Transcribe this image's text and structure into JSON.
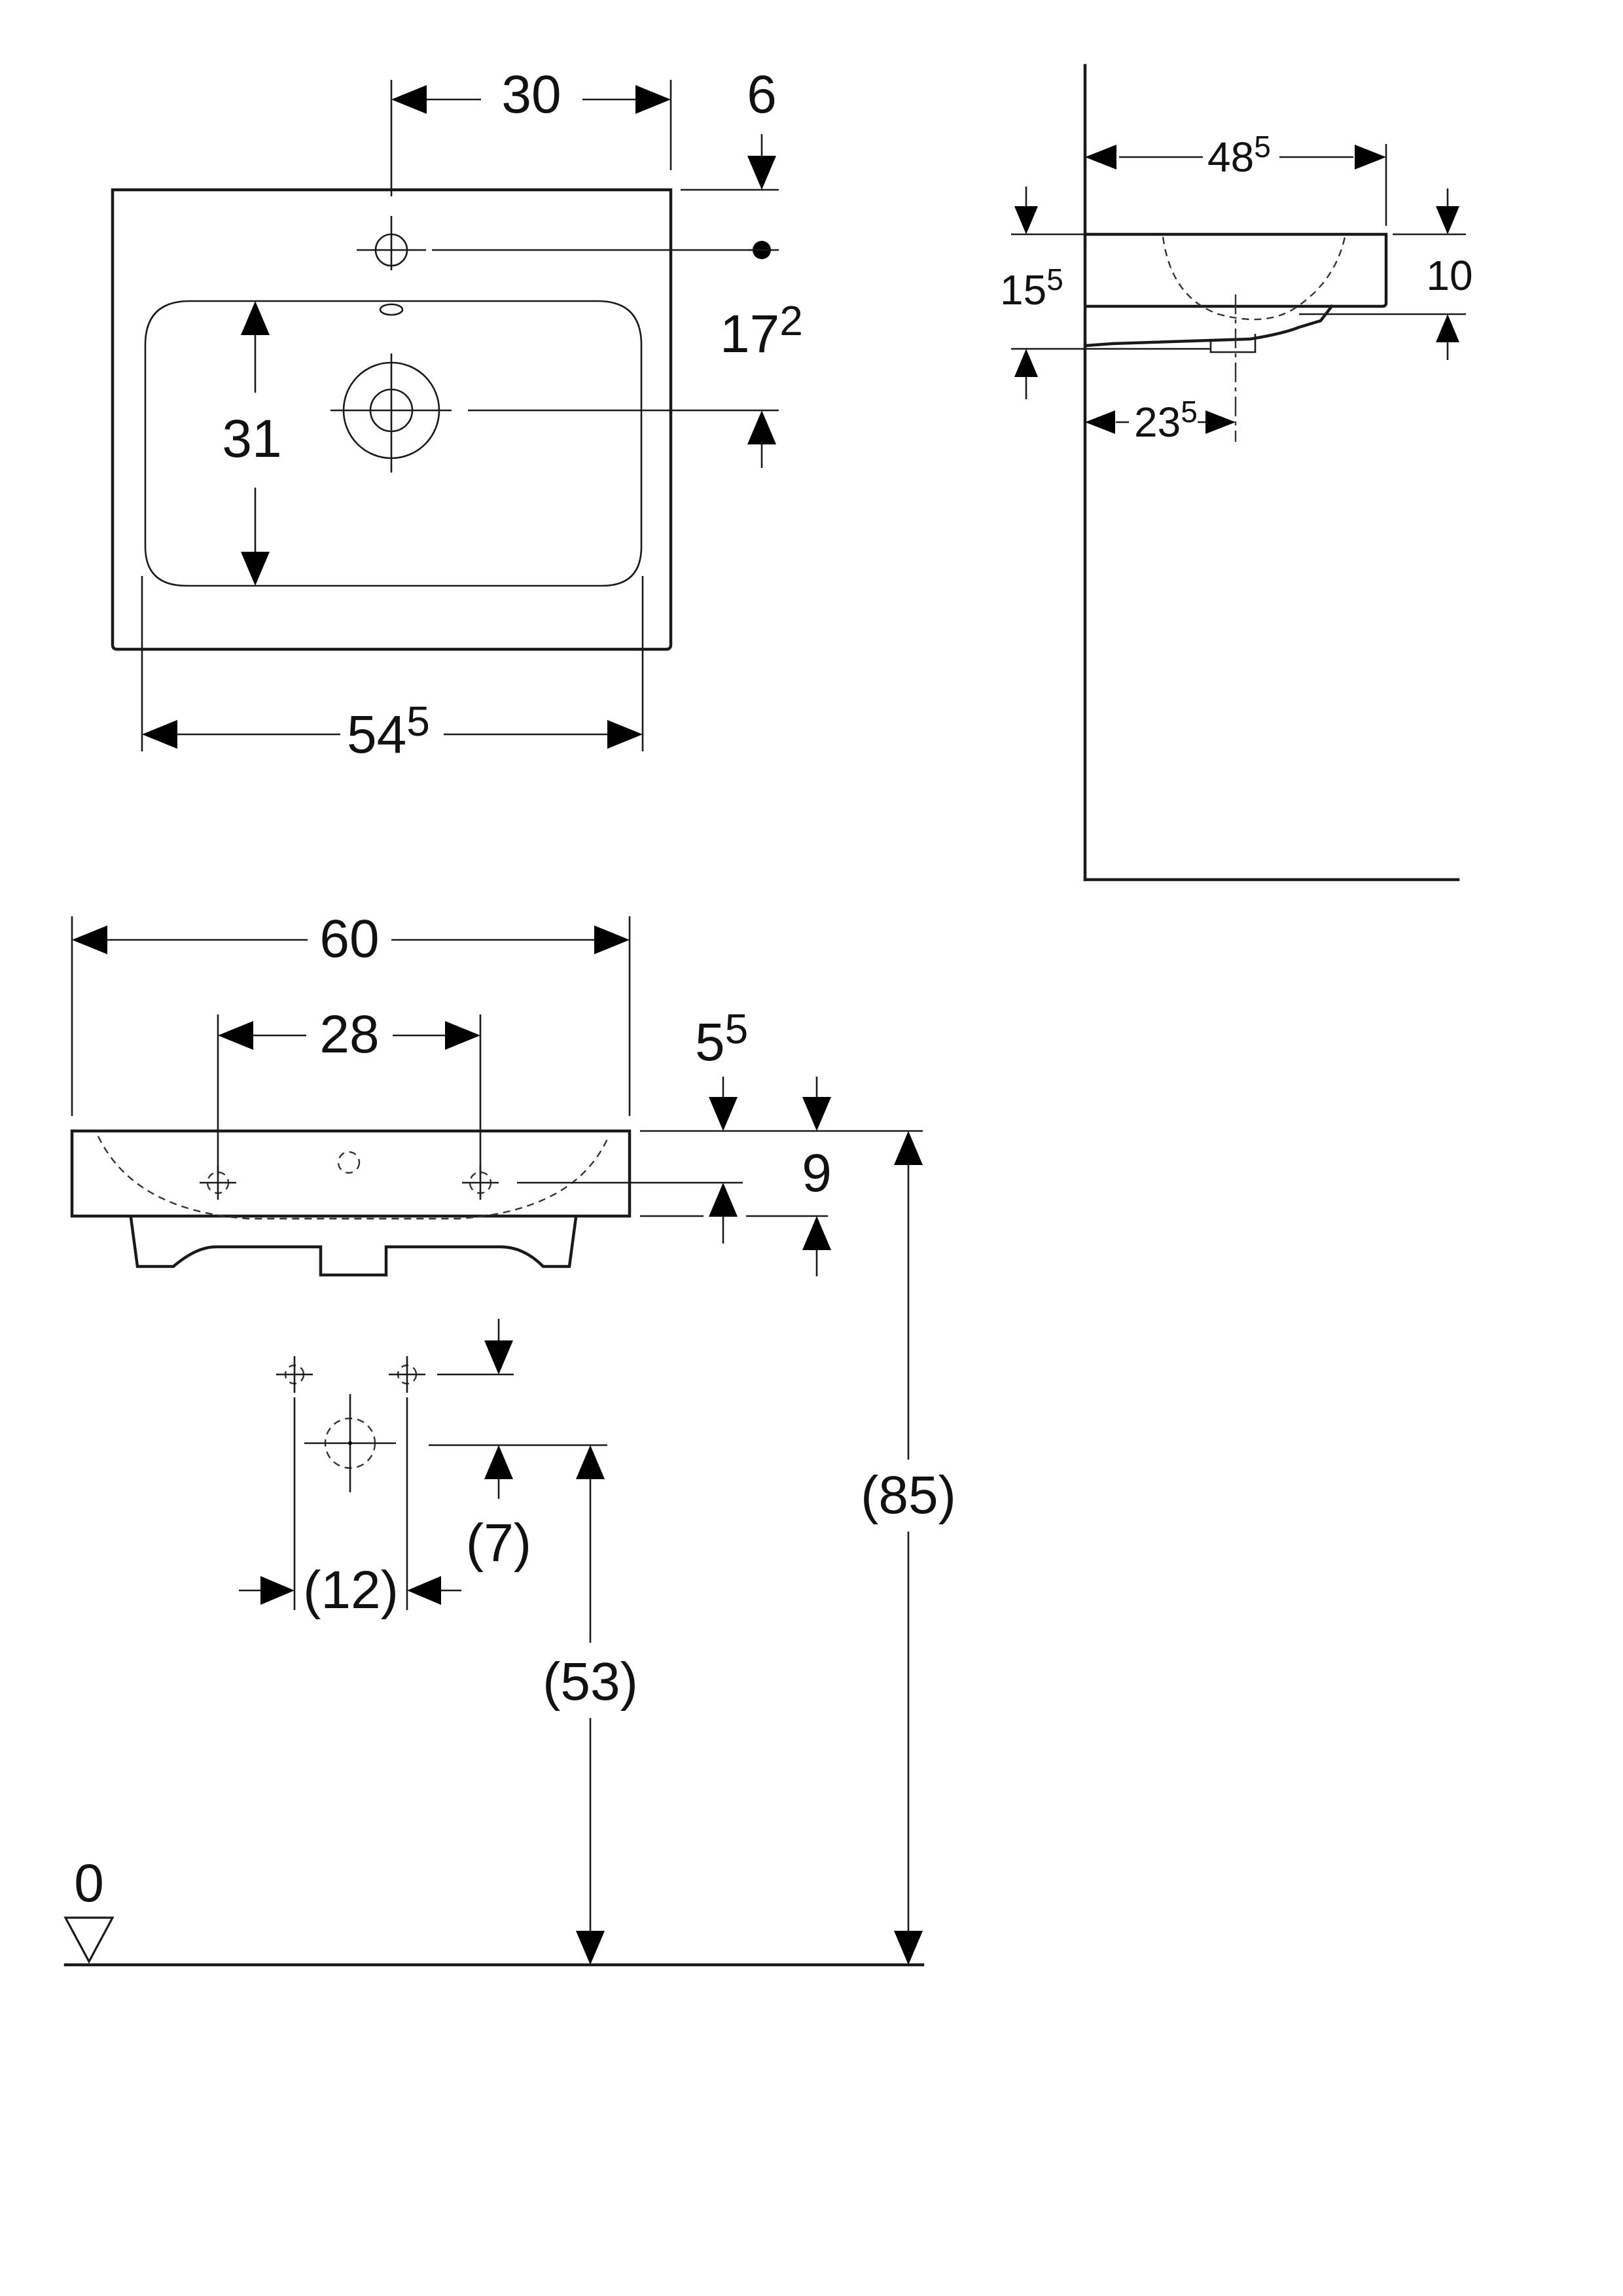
{
  "top_view": {
    "dim_tap_from_edge": "30",
    "dim_tap_hole_from_back": "6",
    "dim_overall_width_inner": "54",
    "dim_overall_width_inner_sup": "5",
    "dim_bowl_depth": "31",
    "dim_waste_offset": "17",
    "dim_waste_offset_sup": "2"
  },
  "side_view": {
    "dim_projection": "48",
    "dim_projection_sup": "5",
    "dim_total_height": "15",
    "dim_total_height_sup": "5",
    "dim_rim_height": "10",
    "dim_waste_from_wall": "23",
    "dim_waste_from_wall_sup": "5"
  },
  "front_view": {
    "dim_overall_width": "60",
    "dim_fixing_spacing": "28",
    "dim_fixing_height": "5",
    "dim_fixing_height_sup": "5",
    "dim_basin_height": "9",
    "dim_supply_spacing": "(12)",
    "dim_supply_offset": "(7)",
    "dim_waste_height": "(53)",
    "dim_rim_height": "(85)",
    "floor_level": "0"
  }
}
